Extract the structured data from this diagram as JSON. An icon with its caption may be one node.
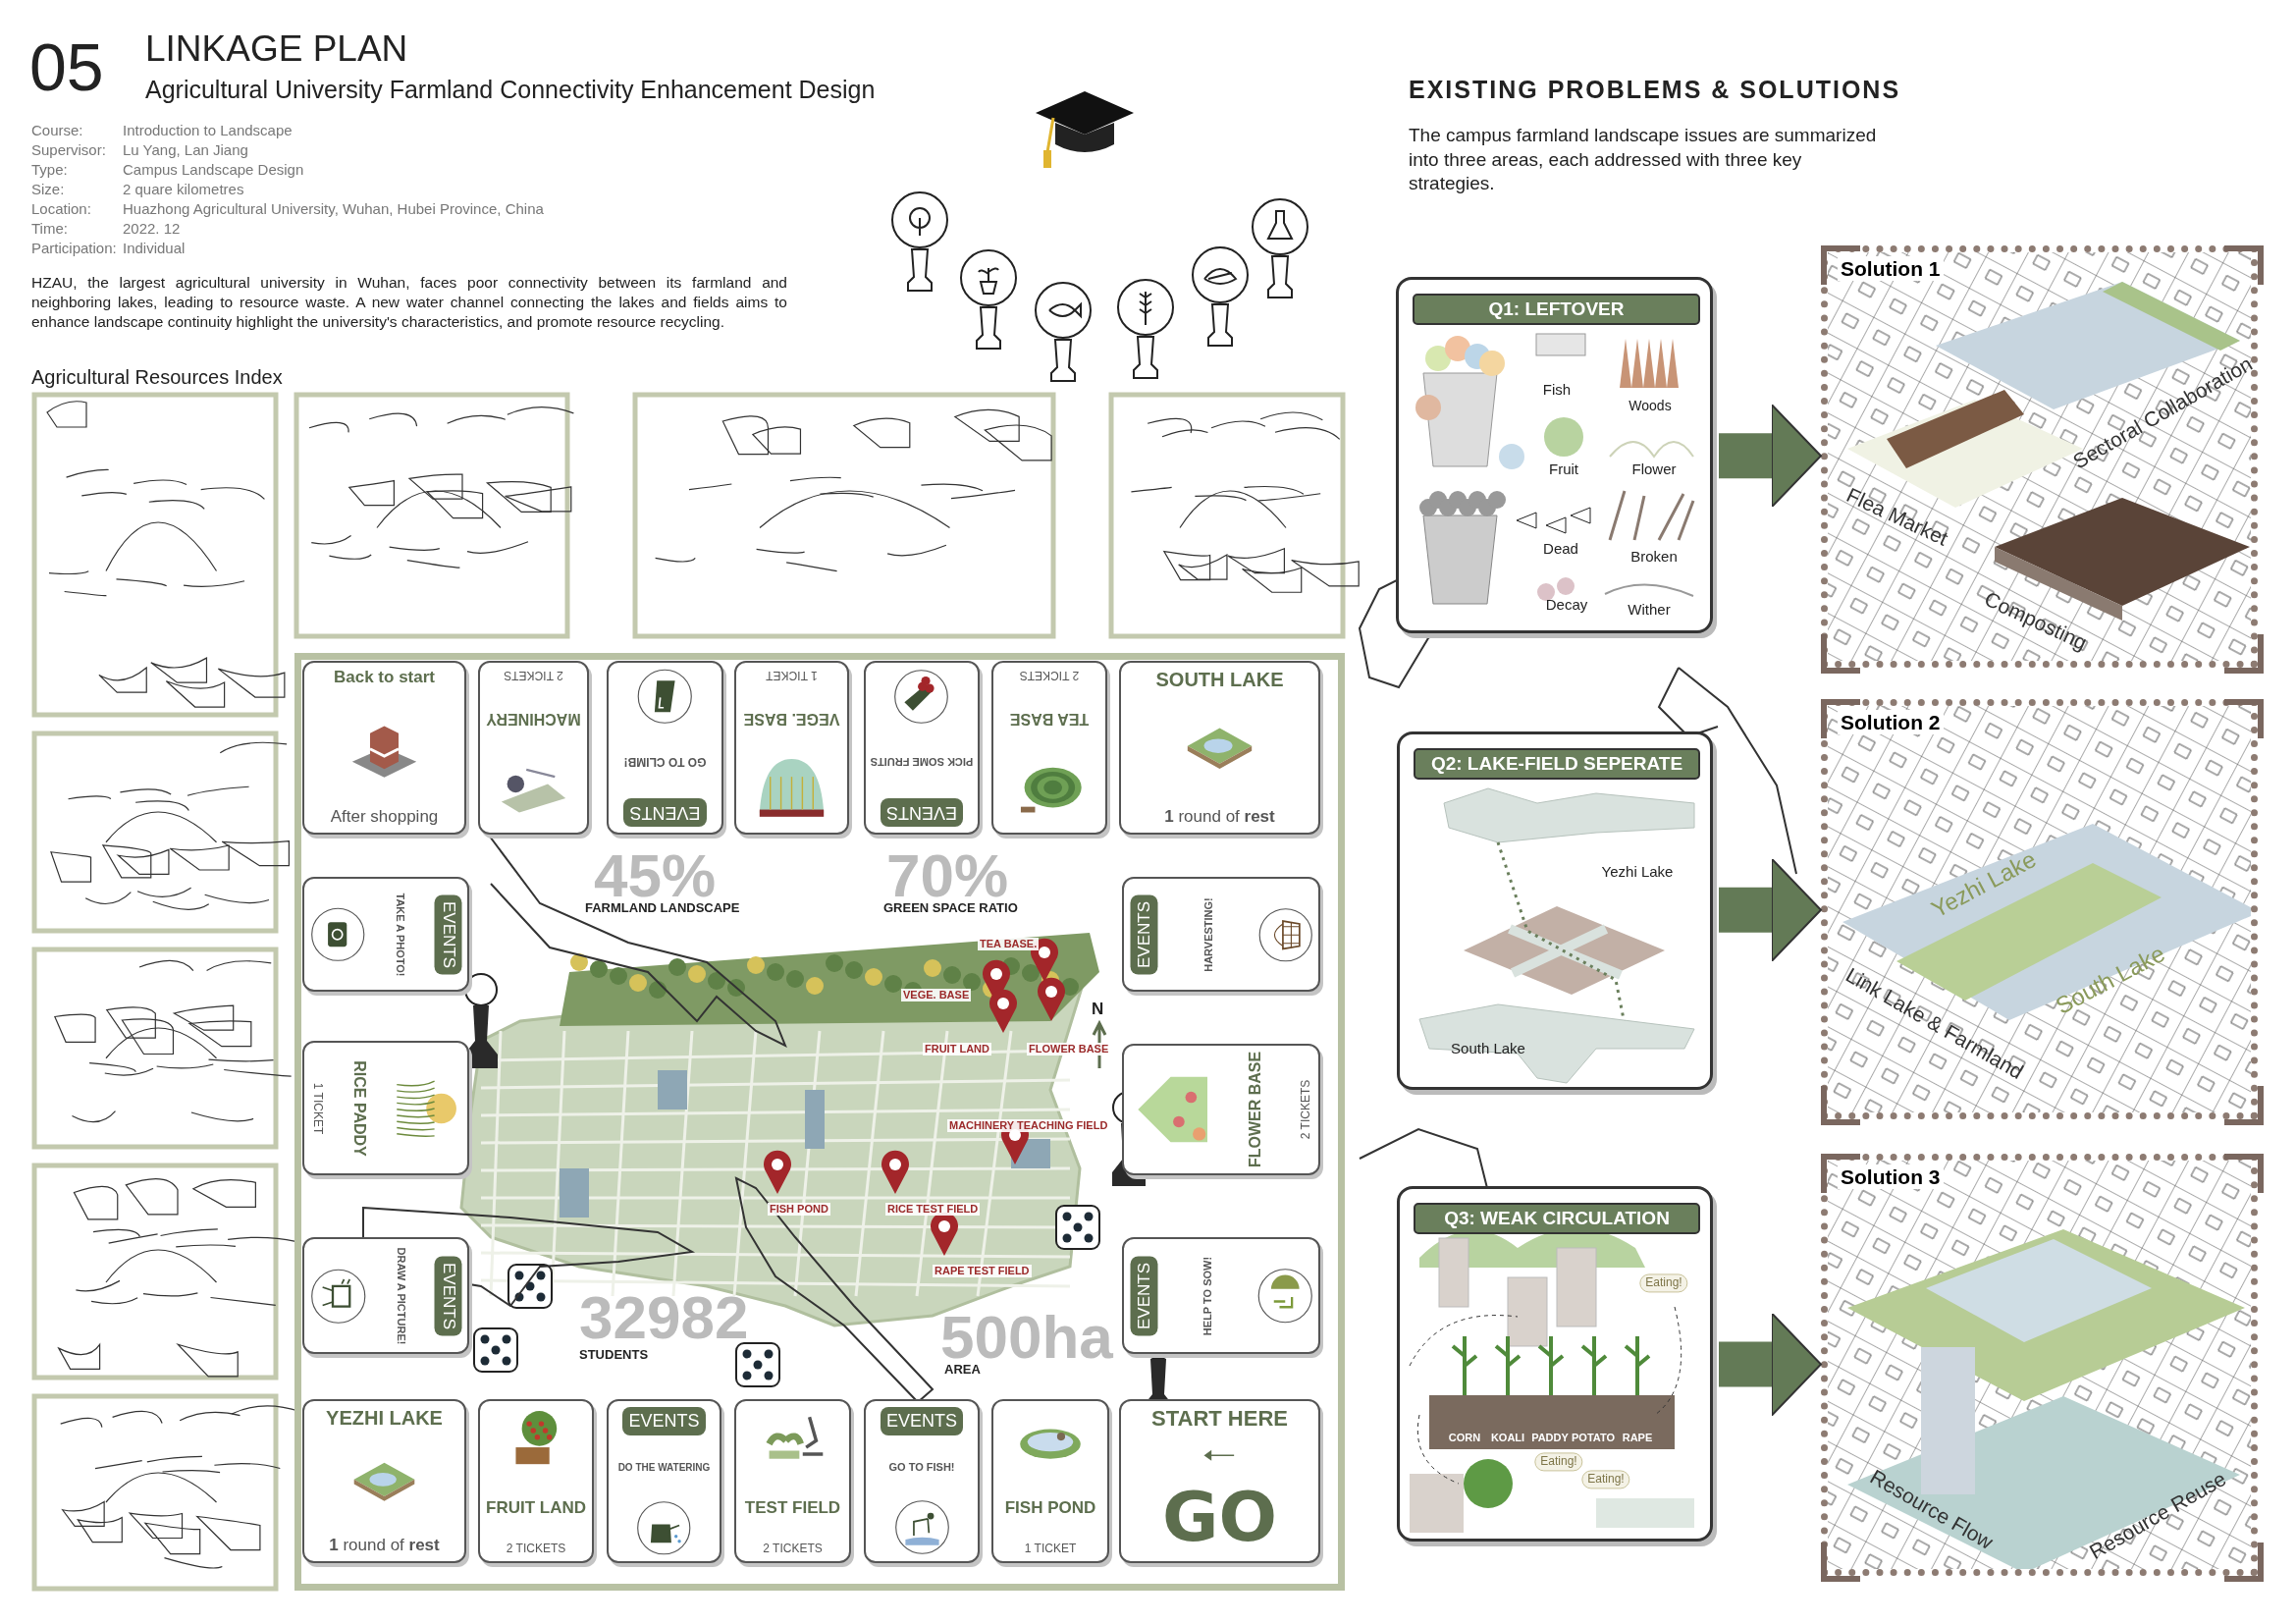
{
  "diagram": {
    "title": "LINKAGE PLAN",
    "nodes": [
      {
        "text": [
          "Back to start",
          "After shopping"
        ]
      },
      {
        "text": [
          "MACHINERY",
          "2 TICKETS"
        ]
      },
      {
        "text": [
          "EVENTS",
          "GO TO CLIMB!"
        ]
      },
      {
        "text": [
          "VEGE. BASE",
          "1 TICKET"
        ]
      },
      {
        "text": [
          "EVENTS",
          "PICK SOME FRUITS"
        ]
      },
      {
        "text": [
          "TEA BASE",
          "2 TICKETS"
        ]
      },
      {
        "text": [
          "SOUTH LAKE",
          "**1** round of **rest**"
        ]
      },
      {
        "text": [
          "EVENTS",
          "TAKE A PHOTO!"
        ]
      },
      {
        "text": [
          "EVENTS",
          "HARVESTING!"
        ]
      },
      {
        "text": [
          "RICE PADDY",
          "1 TICKET"
        ]
      },
      {
        "text": [
          "FLOWER BASE",
          "2 TICKETS"
        ]
      },
      {
        "text": [
          "EVENTS",
          "DRAW A PICTURE!"
        ]
      },
      {
        "text": [
          "EVENTS",
          "HELP TO SOW!"
        ]
      },
      {
        "text": [
          "YEZHI LAKE",
          "**1** round of **rest**"
        ]
      },
      {
        "text": [
          "FRUIT LAND",
          "2 TICKETS"
        ]
      },
      {
        "text": [
          "EVENTS",
          "DO THE WATERING"
        ]
      },
      {
        "text": [
          "TEST FIELD",
          "2 TICKETS"
        ]
      },
      {
        "text": [
          "EVENTS",
          "GO TO FISH!"
        ]
      },
      {
        "text": [
          "FISH POND",
          "1 TICKET"
        ]
      },
      {
        "text": [
          "START HERE",
          "GO"
        ]
      },
      {
        "text": [
          "Q1: LEFTOVER",
          "Fish",
          "Woods",
          "Fruit",
          "Flower",
          "Dead",
          "Broken",
          "Decay",
          "Wither"
        ]
      },
      {
        "text": [
          "Solution 1",
          "Sectoral Collaboration",
          "Flea Market",
          "Composting"
        ]
      },
      {
        "text": [
          "Q2: LAKE-FIELD SEPERATE",
          "Yezhi Lake",
          "South Lake"
        ]
      },
      {
        "text": [
          "Solution 2",
          "Yezhi Lake",
          "South Lake",
          "Link Lake & Farmland"
        ]
      },
      {
        "text": [
          "Q3: WEAK CIRCULATION",
          "Eating!",
          "CORN",
          "KOALI",
          "PADDY",
          "POTATO",
          "RAPE",
          "Eating!",
          "Eating!"
        ]
      },
      {
        "text": [
          "Solution 3",
          "Resource Flow",
          "Resource Reuse"
        ]
      }
    ],
    "edges": [
      {
        "from": 20,
        "to": 21,
        "arrow": "to"
      },
      {
        "from": 22,
        "to": 23,
        "arrow": "to"
      },
      {
        "from": 24,
        "to": 25,
        "arrow": "to"
      }
    ],
    "labels": [
      "05",
      "Agricultural University Farmland Connectivity Enhancement Design",
      "Course:",
      "Introduction to Landscape",
      "Supervisor:",
      "Lu Yang, Lan Jiang",
      "Type:",
      "Campus Landscape Design",
      "Size:",
      "2 quare kilometres",
      "Location:",
      "Huazhong Agricultural University, Wuhan, Hubei Province, China",
      "Time:",
      "2022. 12",
      "Participation:",
      "Individual",
      "HZAU, the largest agricultural university in Wuhan, faces poor connectivity between its farmland and neighboring lakes, leading to resource waste. A new water channel connecting the lakes and fields aims to enhance landscape continuity highlight the university's characteristics, and promote resource recycling.",
      "Agricultural Resources Index",
      "EXISTING PROBLEMS & SOLUTIONS",
      "The campus farmland landscape issues are summarized into three areas, each addressed with three key strategies.",
      "45%",
      "FARMLAND LANDSCAPE",
      "70%",
      "GREEN SPACE RATIO",
      "TEA BASE.",
      "VEGE. BASE",
      "FRUIT LAND",
      "FLOWER BASE",
      "N",
      "MACHINERY TEACHING FIELD",
      "FISH POND",
      "RICE TEST FIELD",
      "RAPE TEST FIELD",
      "32982",
      "STUDENTS",
      "500ha",
      "AREA"
    ]
  }
}
